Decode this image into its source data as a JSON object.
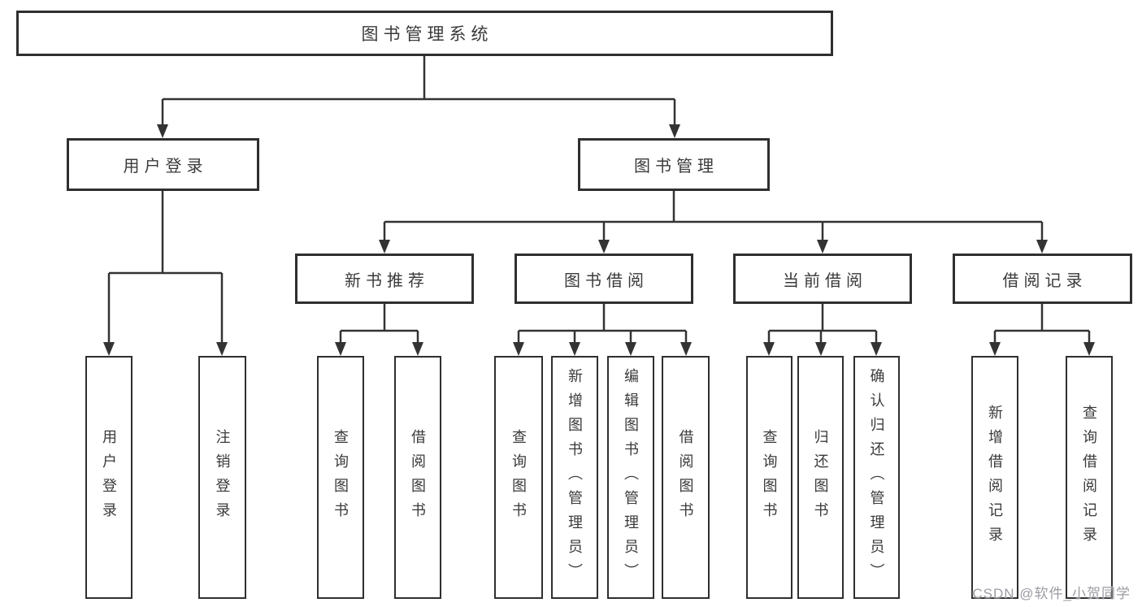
{
  "diagram": {
    "root": "图书管理系统",
    "user_branch": {
      "label": "用户登录",
      "children": [
        "用户登录",
        "注销登录"
      ]
    },
    "mgmt_branch": {
      "label": "图书管理",
      "groups": [
        {
          "label": "新书推荐",
          "children": [
            "查询图书",
            "借阅图书"
          ]
        },
        {
          "label": "图书借阅",
          "children": [
            "查询图书",
            "新增图书（管理员）",
            "编辑图书（管理员）",
            "借阅图书"
          ]
        },
        {
          "label": "当前借阅",
          "children": [
            "查询图书",
            "归还图书",
            "确认归还（管理员）"
          ]
        },
        {
          "label": "借阅记录",
          "children": [
            "新增借阅记录",
            "查询借阅记录"
          ]
        }
      ]
    }
  },
  "watermark": "CSDN @软件_小贺同学",
  "colors": {
    "line": "#333333",
    "box_border": "#2f2f2f",
    "box_bg": "#ffffff",
    "text": "#3a3a3a",
    "watermark": "#9b9ba3"
  }
}
